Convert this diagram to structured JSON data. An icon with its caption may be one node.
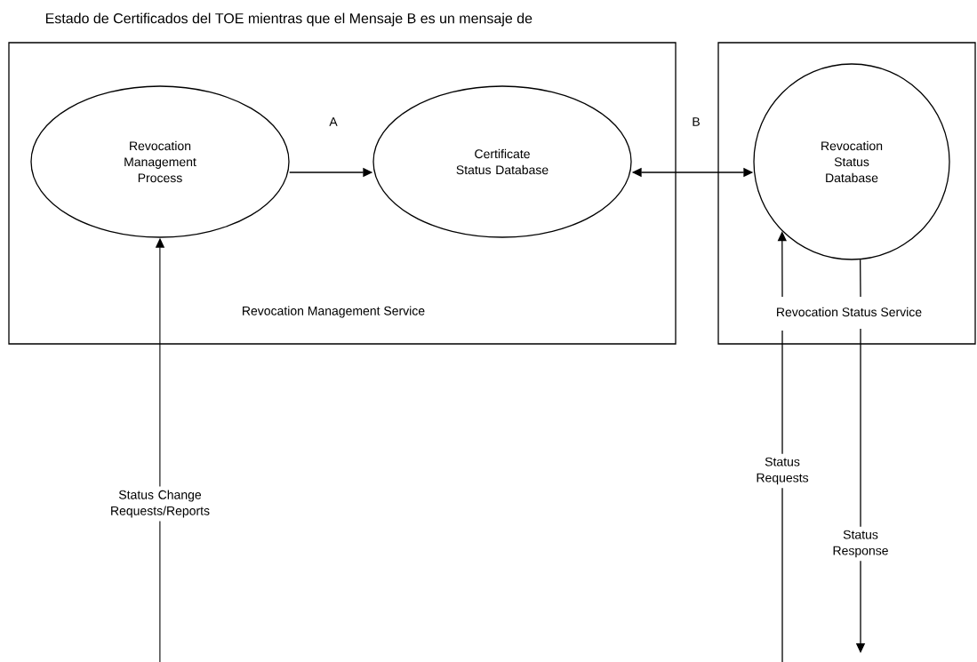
{
  "diagram": {
    "nodes": [
      {
        "text": [
          "Revocation Management Service"
        ]
      },
      {
        "text": [
          "Revocation Management Process"
        ],
        "in": 0
      },
      {
        "text": [
          "Certificate Status Database"
        ],
        "in": 0
      },
      {
        "text": [
          "Revocation Status Service"
        ]
      },
      {
        "text": [
          "Revocation Status Database"
        ],
        "in": 3
      }
    ],
    "edges": [
      {
        "from": 1,
        "to": 2,
        "arrow": "to",
        "label": "A"
      },
      {
        "from": 2,
        "to": 4,
        "arrow": "both",
        "label": "B"
      },
      {
        "from": null,
        "to": 1,
        "arrow": "to",
        "label": "Status Change Requests/Reports"
      },
      {
        "from": null,
        "to": 4,
        "arrow": "to",
        "label": "Status Requests"
      },
      {
        "from": 4,
        "to": null,
        "arrow": "to",
        "label": "Status Response"
      }
    ],
    "labels": [
      "Estado de Certificados del TOE mientras que el Mensaje B es un mensaje de"
    ]
  }
}
